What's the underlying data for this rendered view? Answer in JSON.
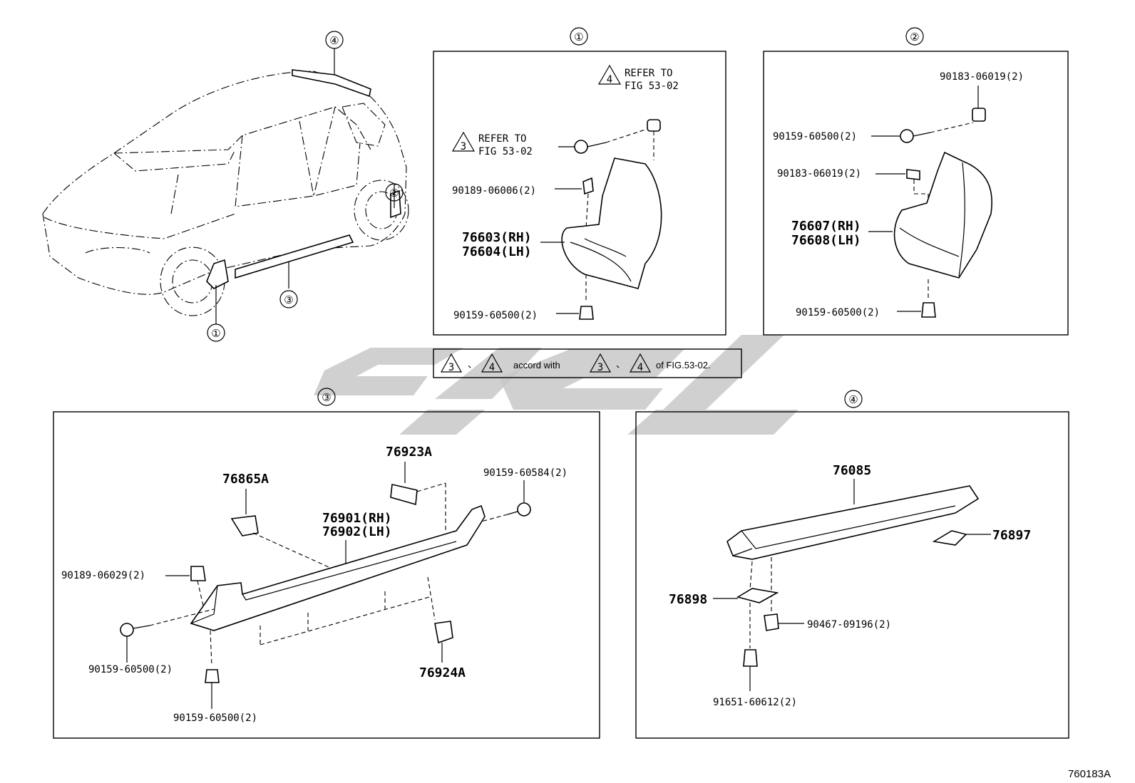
{
  "figure_code": "760183A",
  "overview": {
    "callouts": [
      "④",
      "②",
      "③",
      "①"
    ]
  },
  "note": {
    "t3": "3",
    "t4": "4",
    "sep": "、",
    "text1": "accord with",
    "text2": "of FIG.53-02."
  },
  "panel1": {
    "header": "①",
    "refer4": {
      "tri": "4",
      "line1": "REFER TO",
      "line2": "FIG 53-02"
    },
    "refer3": {
      "tri": "3",
      "line1": "REFER TO",
      "line2": "FIG 53-02"
    },
    "clip": "90189-06006(2)",
    "part_rh": "76603(RH)",
    "part_lh": "76604(LH)",
    "screw": "90159-60500(2)"
  },
  "panel2": {
    "header": "②",
    "nut_top": "90183-06019(2)",
    "screw_top": "90159-60500(2)",
    "nut_mid": "90183-06019(2)",
    "part_rh": "76607(RH)",
    "part_lh": "76608(LH)",
    "screw_bottom": "90159-60500(2)"
  },
  "panel3": {
    "header": "③",
    "bracket": "76923A",
    "bolt_right": "90159-60584(2)",
    "retainer": "76865A",
    "part_rh": "76901(RH)",
    "part_lh": "76902(LH)",
    "clip_left": "90189-06029(2)",
    "screw_left": "90159-60500(2)",
    "grommet": "76924A",
    "screw_bottom": "90159-60500(2)"
  },
  "panel4": {
    "header": "④",
    "spoiler": "76085",
    "pad_right": "76897",
    "pad_left": "76898",
    "nut": "90467-09196(2)",
    "bolt": "91651-60612(2)"
  }
}
